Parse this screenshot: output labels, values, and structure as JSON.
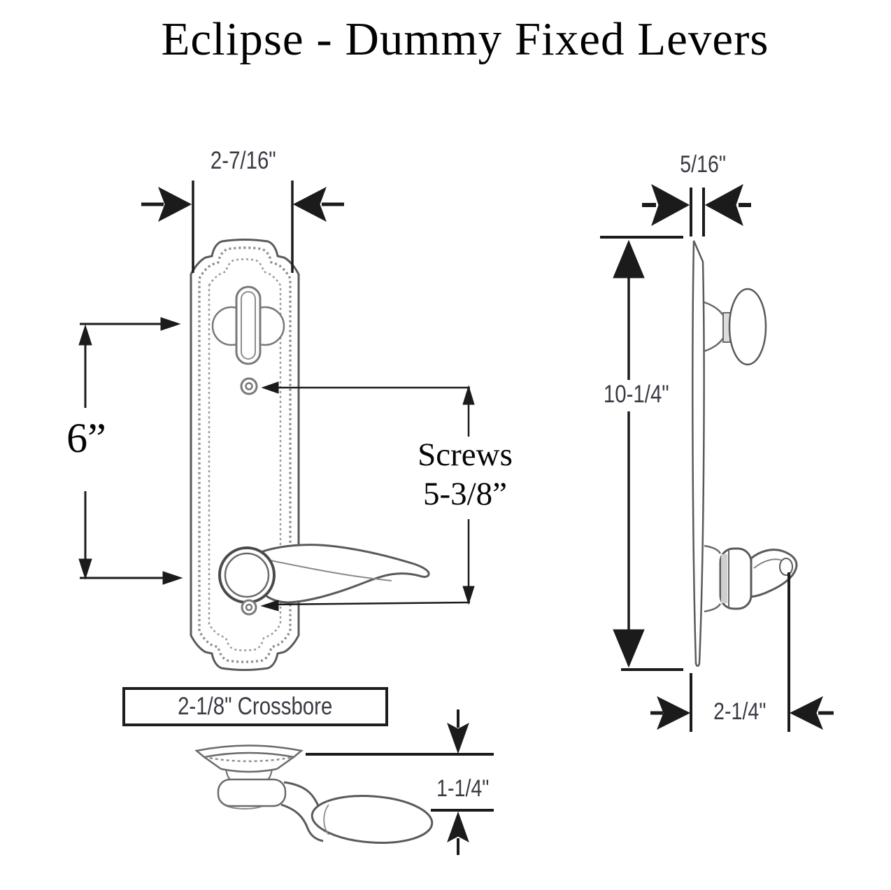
{
  "title": "Eclipse - Dummy Fixed Levers",
  "front_view": {
    "width_dimension": "2-7/16\"",
    "height_dimension": "6”",
    "screws_line1": "Screws",
    "screws_line2": "5-3/8”",
    "crossbore": "2-1/8\" Crossbore"
  },
  "side_view": {
    "thickness_dimension": "5/16\"",
    "height_dimension": "10-1/4\"",
    "depth_dimension": "2-1/4\""
  },
  "end_view": {
    "lever_height_dimension": "1-1/4\""
  },
  "colors": {
    "background": "#ffffff",
    "drawing_line": "#5a5a5a",
    "stipple_border": "#8f8f8f",
    "dimension_line": "#1b1b1b",
    "sans_label": "#3a3a44",
    "serif_label": "#050505"
  }
}
